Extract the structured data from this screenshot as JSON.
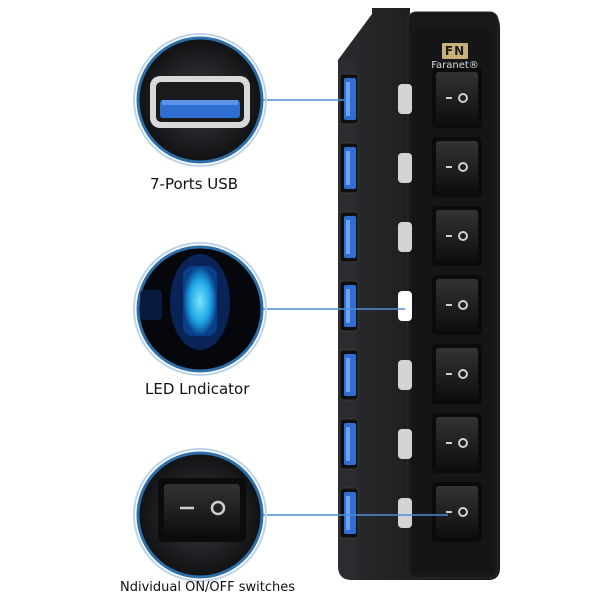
{
  "labels": {
    "ports": "7-Ports USB",
    "led": "LED Lndicator",
    "switches": "Ndividual ON/OFF switches"
  },
  "brand": {
    "logo_mark": "FN",
    "name": "Faranet®"
  },
  "device": {
    "port_count": 7,
    "lit_led_index": 3,
    "switch_symbol_off": "o",
    "switch_symbol_on": "-"
  },
  "colors": {
    "hub_body": "#1c1d1f",
    "usb_blue": "#2f6fd1",
    "led_glow": "#38c8ff",
    "callout_ring": "#2f6fa8",
    "leader_line": "#4a8fd6"
  }
}
